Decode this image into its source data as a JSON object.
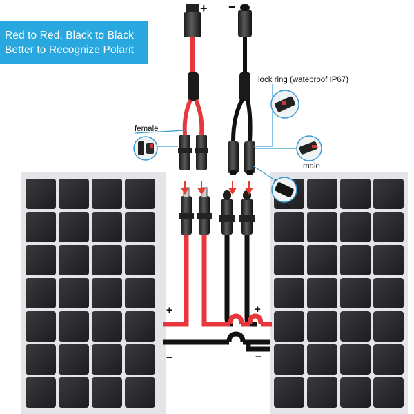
{
  "banner": {
    "line1": "Red to Red, Black to Black",
    "line2": "Better to Recognize Polarit"
  },
  "labels": {
    "female": "female",
    "male": "male",
    "lock_ring": "lock ring (wateproof IP67)",
    "lock": "lock"
  },
  "polarity": {
    "top_positive": "+",
    "top_negative": "−",
    "left_panel_positive": "+",
    "left_panel_negative": "−",
    "right_panel_positive": "+",
    "right_panel_negative": "−"
  },
  "colors": {
    "banner": "#29a8e0",
    "positive_cable": "#e8373c",
    "negative_cable": "#111111",
    "panel_cell": "#2a2a2c",
    "panel_frame": "#d6d8dc",
    "callout_line": "#3a9ad6",
    "arrow": "#e53b30"
  }
}
